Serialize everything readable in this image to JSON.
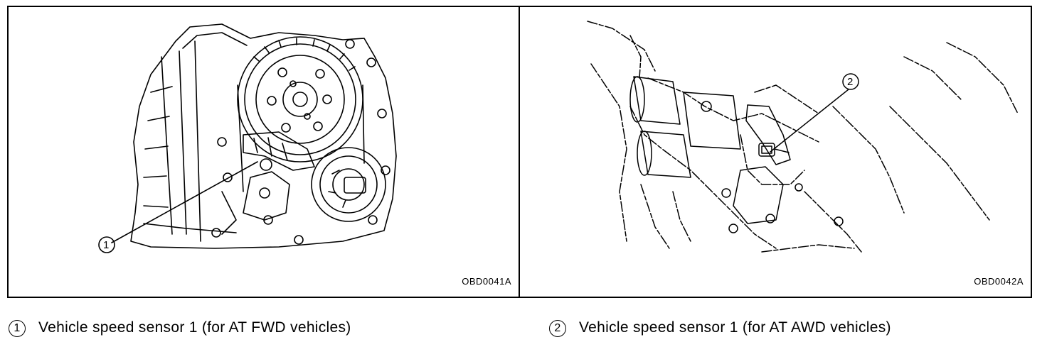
{
  "figures": [
    {
      "code": "OBD0041A",
      "callout": "1"
    },
    {
      "code": "OBD0042A",
      "callout": "2"
    }
  ],
  "legend": [
    {
      "number": "1",
      "text": "Vehicle speed sensor 1 (for AT FWD vehicles)"
    },
    {
      "number": "2",
      "text": "Vehicle speed sensor 1 (for AT AWD vehicles)"
    }
  ]
}
